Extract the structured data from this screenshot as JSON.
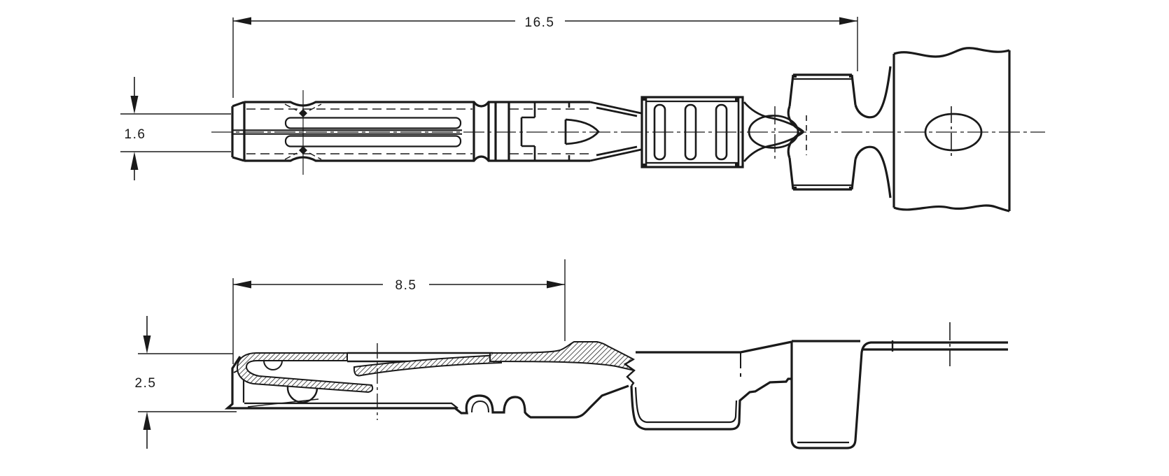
{
  "drawing": {
    "type": "terminal-contact-technical-drawing",
    "colors": {
      "line": "#1a1a1a",
      "background": "#ffffff"
    },
    "views": {
      "top": {
        "dim_overall_length": "16.5",
        "dim_bore_diameter": "1.6"
      },
      "section": {
        "dim_contact_length": "8.5",
        "dim_body_height": "2.5"
      }
    }
  }
}
